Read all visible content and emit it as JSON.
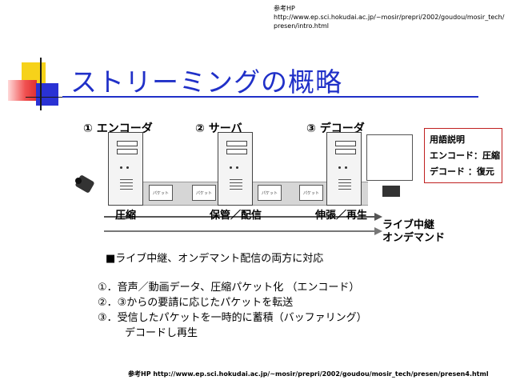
{
  "top_reference": {
    "line1": "参考HP",
    "line2": "http://www.ep.sci.hokudai.ac.jp/~mosir/prepri/2002/goudou/mosir_tech/",
    "line3": "presen/intro.html"
  },
  "title": "ストリーミングの概略",
  "diagram": {
    "steps": [
      "① エンコーダ",
      "② サーバ",
      "③ デコーダ"
    ],
    "packet_label": "パケット",
    "phases": [
      "圧縮",
      "保管／配信",
      "伸張／再生"
    ],
    "modes": [
      "ライブ中継",
      "オンデマンド"
    ]
  },
  "glossary": {
    "title": "用語説明",
    "items": [
      "エンコード：圧縮",
      "デコード ：復元"
    ]
  },
  "body": {
    "heading": "■ライブ中継、オンデマント配信の両方に対応",
    "list": [
      "①．音声／動画データ、圧縮パケット化 （エンコード）",
      "②．③からの要請に応じたパケットを転送",
      "③．受信したパケットを一時的に蓄積（バッファリング）"
    ],
    "list_continuation": "デコードし再生"
  },
  "bottom_reference": "参考HP http://www.ep.sci.hokudai.ac.jp/~mosir/prepri/2002/goudou/mosir_tech/presen/presen4.html",
  "colors": {
    "title": "#2030c8",
    "glossary_border": "#c02020",
    "accent_yellow": "#f6d21a",
    "accent_blue": "#2a32d4"
  }
}
